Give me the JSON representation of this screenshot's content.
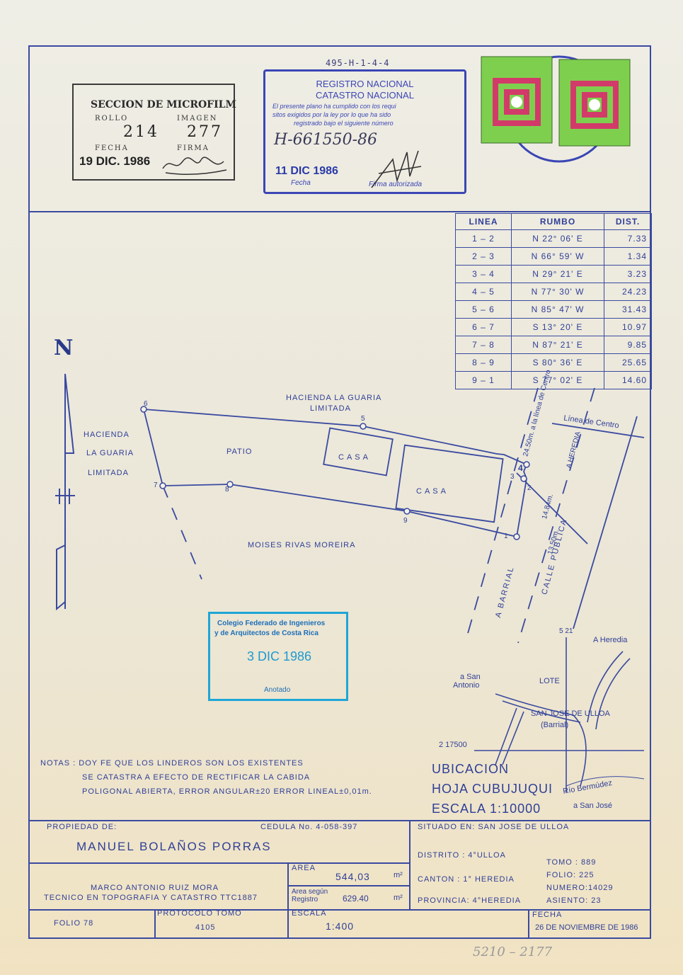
{
  "microfilm": {
    "title": "SECCION DE MICROFILM",
    "rollo_label": "ROLLO",
    "imagen_label": "IMAGEN",
    "rollo": "214",
    "imagen": "277",
    "fecha_label": "FECHA",
    "firma_label": "FIRMA",
    "fecha": "19 DIC. 1986"
  },
  "registro": {
    "code": "495-H-1-4-4",
    "title": "REGISTRO NACIONAL",
    "subtitle": "CATASTRO NACIONAL",
    "text_1": "El presente plano ha cumplido con los requi",
    "text_2": "sitos exigidos por la ley por lo que ha sido",
    "text_3": "registrado bajo el siguiente número",
    "number": "H-661550-86",
    "fecha": "11 DIC 1986",
    "fecha_label": "Fecha",
    "firma_label": "Firma autorizada"
  },
  "rumbo_table": {
    "headers": [
      "LINEA",
      "RUMBO",
      "DIST."
    ],
    "rows": [
      {
        "linea": "1 – 2",
        "rumbo": "N 22° 06' E",
        "dist": "7.33"
      },
      {
        "linea": "2 – 3",
        "rumbo": "N 66° 59' W",
        "dist": "1.34"
      },
      {
        "linea": "3 – 4",
        "rumbo": "N 29° 21' E",
        "dist": "3.23"
      },
      {
        "linea": "4 – 5",
        "rumbo": "N 77° 30' W",
        "dist": "24.23"
      },
      {
        "linea": "5 – 6",
        "rumbo": "N 85° 47' W",
        "dist": "31.43"
      },
      {
        "linea": "6 – 7",
        "rumbo": "S 13° 20' E",
        "dist": "10.97"
      },
      {
        "linea": "7 – 8",
        "rumbo": "N 87° 21' E",
        "dist": "9.85"
      },
      {
        "linea": "8 – 9",
        "rumbo": "S 80° 36' E",
        "dist": "25.65"
      },
      {
        "linea": "9 – 1",
        "rumbo": "S 77° 02' E",
        "dist": "14.60"
      }
    ]
  },
  "north_label": "N",
  "plot": {
    "vertices": {
      "1": "1",
      "2": "2",
      "3": "3",
      "4": "4",
      "5": "5",
      "6": "6",
      "7": "7",
      "8": "8",
      "9": "9"
    },
    "north_neighbor_1": "HACIENDA LA GUARIA",
    "north_neighbor_2": "LIMITADA",
    "west_neighbor_1": "HACIENDA",
    "west_neighbor_2": "LA GUARIA",
    "west_neighbor_3": "LIMITADA",
    "patio": "PATIO",
    "casa_1": "CASA",
    "casa_2": "CASA",
    "south_neighbor": "MOISES RIVAS MOREIRA",
    "linea_centro": "Línea de Centro",
    "dist_2450": "24.50m. a la línea de Centro",
    "a_heredia_street": "A HEREDIA",
    "calle_publica": "CALLE PUBLICA",
    "a_barrial": "A BARRIAL",
    "dist_1484": "14.84m.",
    "dist_1350": "13.50m."
  },
  "colegio": {
    "line_1": "Colegio Federado de Ingenieros",
    "line_2": "y de Arquitectos de Costa Rica",
    "fecha": "3 DIC 1986",
    "anotado": "Anotado"
  },
  "location": {
    "coord_x": "5 21",
    "a_heredia": "A Heredia",
    "a_san_antonio_1": "a San",
    "a_san_antonio_2": "Antonio",
    "lote": "LOTE",
    "san_jose": "SAN JOSE DE ULLOA",
    "barrial": "(Barrial)",
    "coord_y": "2 17500",
    "title": "UBICACION",
    "hoja": "HOJA CUBUJUQUI",
    "escala": "ESCALA 1:10000",
    "rio": "Río Bermúdez",
    "a_san_jose": "a San José"
  },
  "notes": {
    "line_1": "NOTAS : DOY FE  QUE  LOS LINDEROS SON LOS EXISTENTES",
    "line_2": "SE CATASTRA  A EFECTO DE RECTIFICAR LA CABIDA",
    "line_3": "POLIGONAL ABIERTA, ERROR ANGULAR±20 ERROR LINEAL±0,01m."
  },
  "titleblock": {
    "propiedad_label": "PROPIEDAD DE:",
    "cedula": "CEDULA No. 4-058-397",
    "owner": "MANUEL BOLAÑOS PORRAS",
    "surveyor": "MARCO ANTONIO RUIZ  MORA",
    "surveyor_title": "TECNICO EN TOPOGRAFIA Y CATASTRO TTC1887",
    "area_label": "AREA",
    "area_value": "544,03",
    "area_unit": "m²",
    "area_registro_label_1": "Area según",
    "area_registro_label_2": "Registro",
    "area_registro_value": "629.40",
    "area_registro_unit": "m²",
    "situado": "SITUADO EN: SAN JOSE DE ULLOA",
    "distrito": "DISTRITO : 4°ULLOA",
    "canton": "CANTON :   1° HEREDIA",
    "provincia": "PROVINCIA: 4°HEREDIA",
    "tomo": "TOMO :   889",
    "folio_r": "FOLIO:   225",
    "numero": "NUMERO:14029",
    "asiento": "ASIENTO: 23",
    "folio_l": "FOLIO     78",
    "protocolo_label": "PROTOCOLO     TOMO",
    "protocolo": "4105",
    "escala_label": "ESCALA",
    "escala": "1:400",
    "fecha_label": "FECHA",
    "fecha": "26 DE NOVIEMBRE DE 1986"
  },
  "pencil_note": "5210 – 2177"
}
